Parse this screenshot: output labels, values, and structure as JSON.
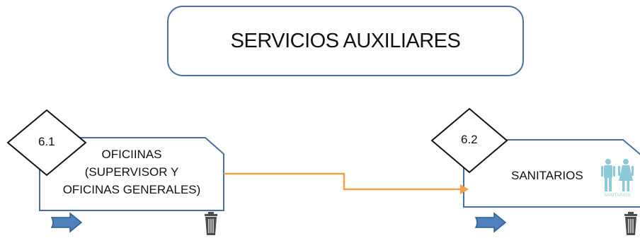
{
  "title": "SERVICIOS AUXILIARES",
  "steps": [
    {
      "number": "6.1",
      "lines": [
        "OFICIINAS",
        "(SUPERVISOR Y",
        "OFICINAS GENERALES)"
      ]
    },
    {
      "number": "6.2",
      "label": "SANITARIOS",
      "icon_caption": "SANITARIOS"
    }
  ],
  "icons": {
    "forward": "forward-arrow-icon",
    "delete": "trash-icon",
    "restroom": "restroom-icon"
  },
  "colors": {
    "border": "#4a6fa5",
    "connector": "#f2a046",
    "arrow_fill": "#4f81bd",
    "trash": "#4d4d4d",
    "restroom": "#8ccadb"
  }
}
